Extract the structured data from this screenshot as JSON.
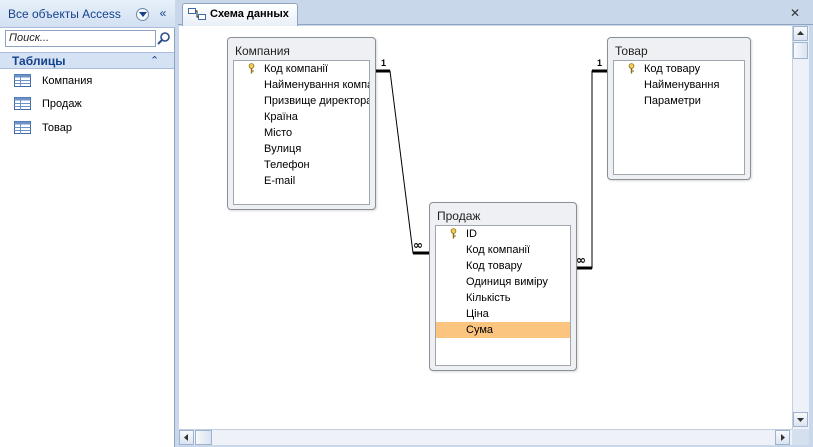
{
  "nav": {
    "title": "Все объекты Access",
    "search_placeholder": "Поиск...",
    "group_title": "Таблицы",
    "items": [
      {
        "label": "Компания"
      },
      {
        "label": "Продаж"
      },
      {
        "label": "Товар"
      }
    ]
  },
  "document": {
    "tab_label": "Схема данных"
  },
  "tables": {
    "company": {
      "title": "Компания",
      "fields": [
        "Код компанії",
        "Найменування компанії",
        "Призвище директора",
        "Країна",
        "Місто",
        "Вулиця",
        "Телефон",
        "E-mail"
      ],
      "key_field": "Код компанії"
    },
    "sale": {
      "title": "Продаж",
      "fields": [
        "ID",
        "Код компанії",
        "Код товару",
        "Одиниця виміру",
        "Кількість",
        "Ціна",
        "Сума"
      ],
      "key_field": "ID",
      "selected_field": "Сума"
    },
    "product": {
      "title": "Товар",
      "fields": [
        "Код товару",
        "Найменування",
        "Параметри"
      ],
      "key_field": "Код товару"
    }
  },
  "relationships": [
    {
      "from": "Компания.Код компанії",
      "to": "Продаж.Код компанії",
      "one_label": "1",
      "many_label": "∞"
    },
    {
      "from": "Товар.Код товару",
      "to": "Продаж.Код товару",
      "one_label": "1",
      "many_label": "∞"
    }
  ],
  "colors": {
    "accent": "#15428b",
    "selection": "#fbc47f",
    "frame": "#c9d7ea"
  }
}
